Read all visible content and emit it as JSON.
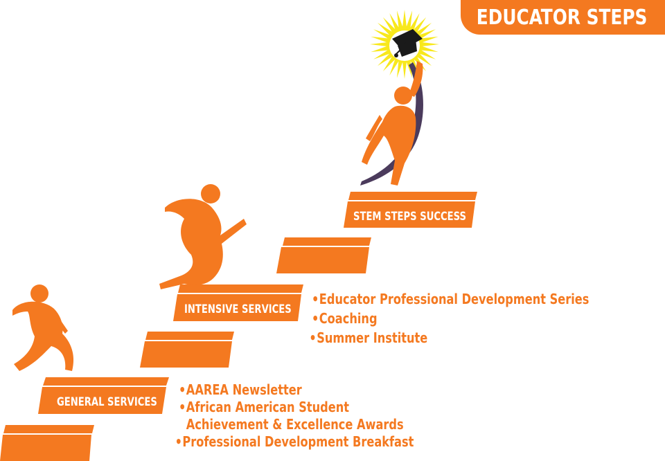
{
  "banner": {
    "title": "EDUCATOR STEPS"
  },
  "steps": {
    "general": {
      "label": "GENERAL SERVICES",
      "items": [
        {
          "text": "AAREA Newsletter"
        },
        {
          "text": "African American Student",
          "continuation": "Achievement  & Excellence Awards"
        },
        {
          "text": "Professional Development Breakfast"
        }
      ]
    },
    "intensive": {
      "label": "INTENSIVE SERVICES",
      "items": [
        {
          "text": "Educator Professional Development Series"
        },
        {
          "text": "Coaching"
        },
        {
          "text": "Summer Institute"
        }
      ]
    },
    "stem": {
      "label": "STEM STEPS SUCCESS"
    }
  },
  "bullet_symbol": "•",
  "colors": {
    "accent": "#f47920",
    "figure_dark": "#4b3b5c",
    "sun": "#f8e81c",
    "sun_core": "#ffffff",
    "cap": "#1a1a1a"
  },
  "icons": {
    "sun": "sunburst-icon",
    "cap": "graduation-cap-icon",
    "figure": "person-figure-icon"
  }
}
